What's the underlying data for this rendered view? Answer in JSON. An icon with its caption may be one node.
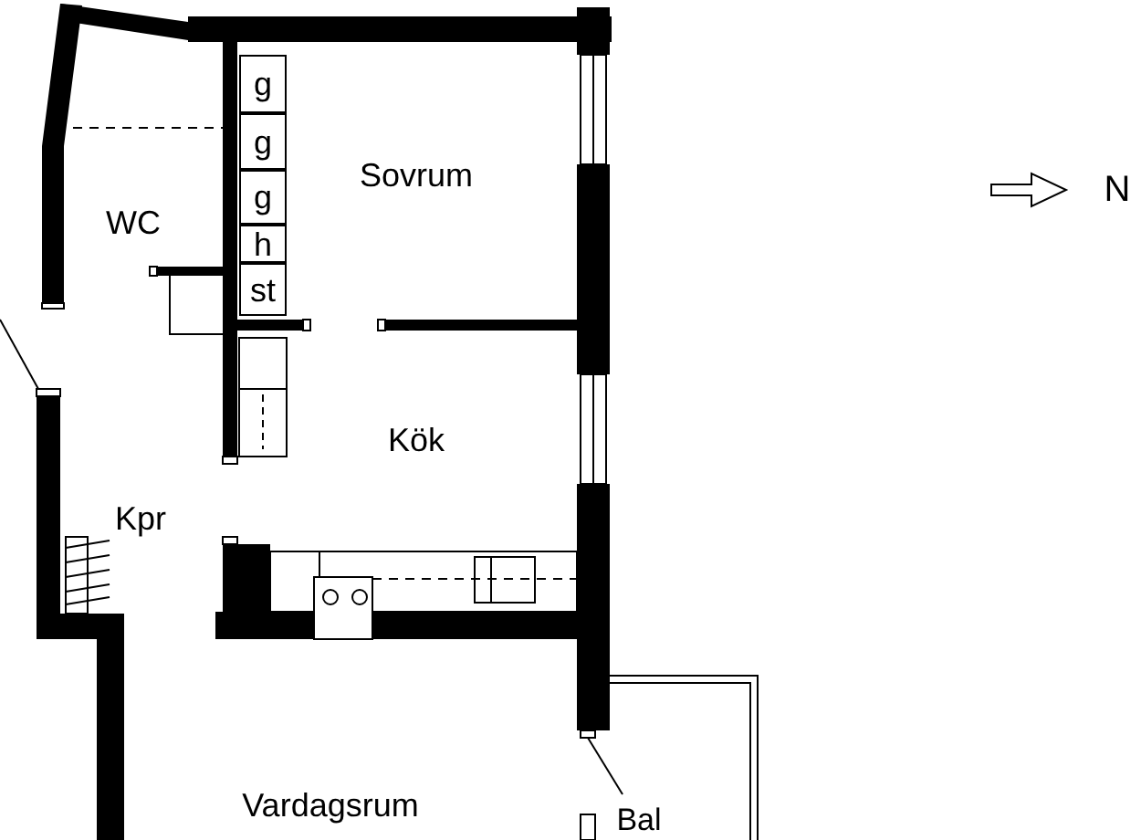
{
  "diagram": {
    "labels": [
      "g",
      "g",
      "g",
      "h",
      "st",
      "Sovrum",
      "WC",
      "Kök",
      "Kpr",
      "Vardagsrum",
      "Bal",
      "N"
    ]
  }
}
